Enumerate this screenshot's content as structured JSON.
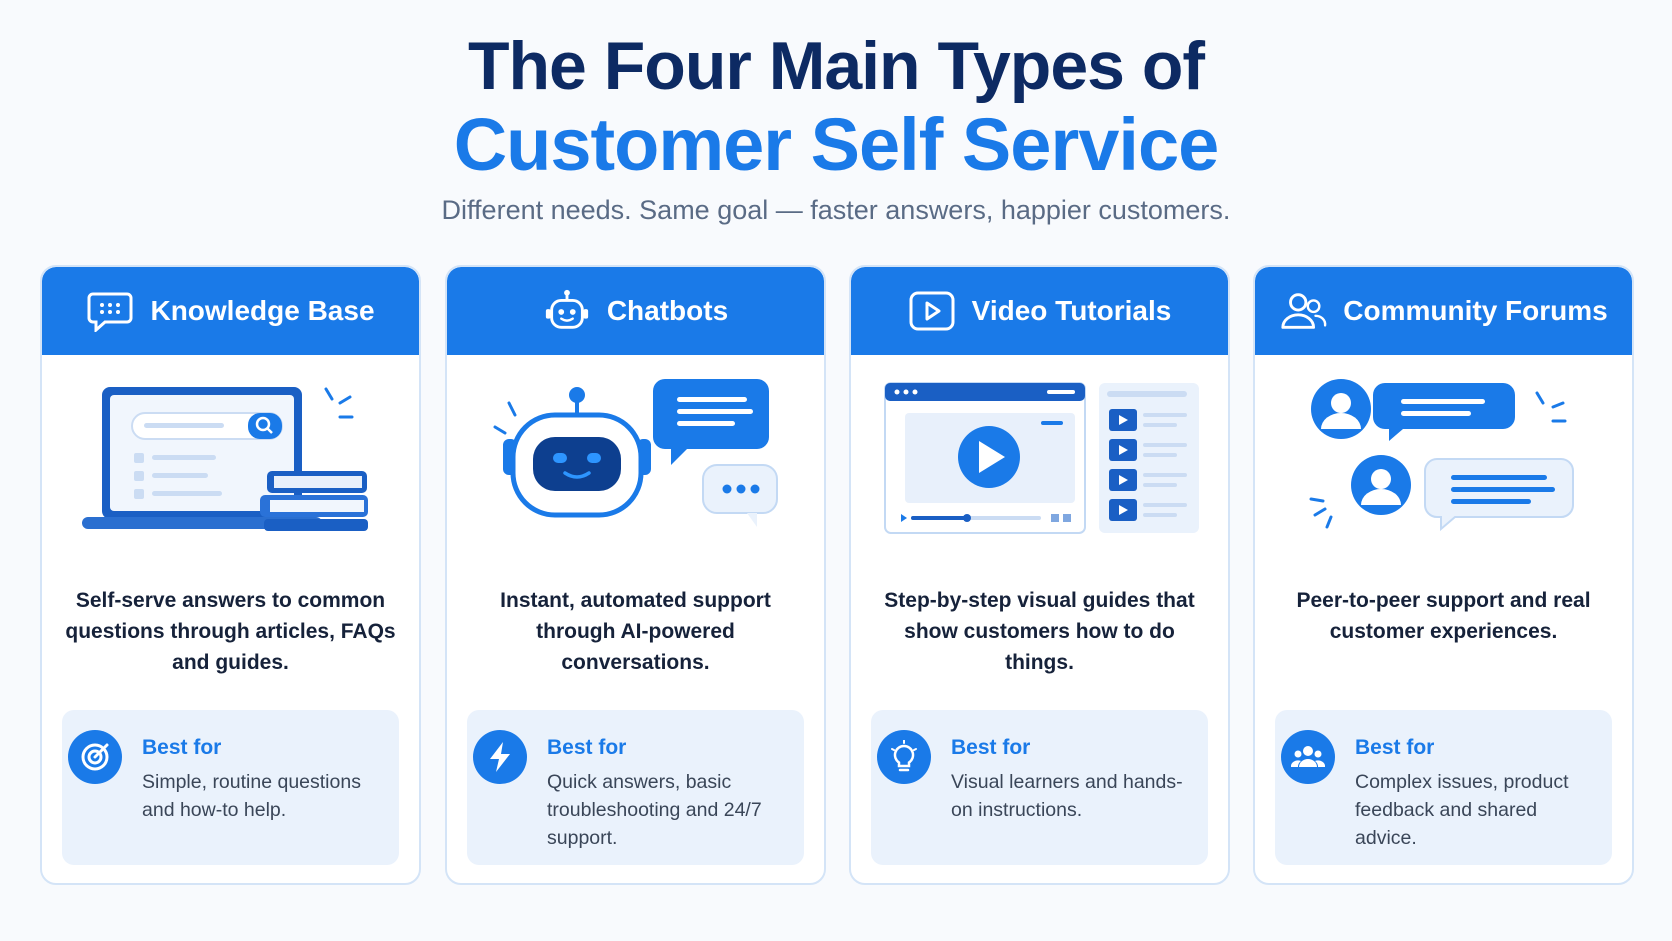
{
  "header": {
    "title_line1": "The Four Main Types of",
    "title_line2": "Customer Self Service",
    "subtitle": "Different needs. Same goal — faster answers, happier customers."
  },
  "colors": {
    "accent": "#1a7ae8",
    "title": "#0d2a63",
    "panel": "#eaf2fc"
  },
  "cards": [
    {
      "title": "Knowledge Base",
      "icon": "chat-bubble-icon",
      "illustration": "laptop-search-books",
      "description": "Self-serve answers to common questions through articles, FAQs and guides.",
      "best_for_label": "Best for",
      "best_for_icon": "target-icon",
      "best_for_text": "Simple, routine questions and how-to help."
    },
    {
      "title": "Chatbots",
      "icon": "robot-icon",
      "illustration": "robot-chat",
      "description": "Instant, automated support through AI-powered conversations.",
      "best_for_label": "Best for",
      "best_for_icon": "lightning-icon",
      "best_for_text": "Quick answers, basic troubleshooting and 24/7 support."
    },
    {
      "title": "Video Tutorials",
      "icon": "play-icon",
      "illustration": "video-player-playlist",
      "description": "Step-by-step visual guides that show customers how to do things.",
      "best_for_label": "Best for",
      "best_for_icon": "lightbulb-icon",
      "best_for_text": "Visual learners and hands-on instructions."
    },
    {
      "title": "Community Forums",
      "icon": "users-icon",
      "illustration": "people-conversation",
      "description": "Peer-to-peer support and real customer experiences.",
      "best_for_label": "Best for",
      "best_for_icon": "group-icon",
      "best_for_text": "Complex issues, product feedback and shared advice."
    }
  ]
}
